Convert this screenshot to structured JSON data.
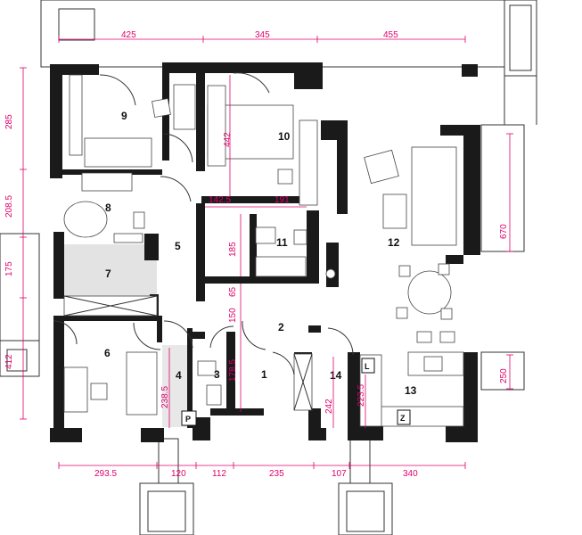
{
  "rooms": [
    "1",
    "2",
    "3",
    "4",
    "5",
    "6",
    "7",
    "8",
    "9",
    "10",
    "11",
    "12",
    "13",
    "14"
  ],
  "labels": {
    "pantry": "P",
    "closet": "L",
    "fridge": "Z"
  },
  "dims_top": [
    "425",
    "345",
    "455"
  ],
  "dims_bottom": [
    "293.5",
    "120",
    "112",
    "235",
    "107",
    "340"
  ],
  "dims_left": [
    "285",
    "208.5",
    "175",
    "412"
  ],
  "dims_right": [
    "670",
    "250"
  ],
  "dims_inner": [
    "442",
    "142.5",
    "191",
    "185",
    "65",
    "150",
    "178.5",
    "238.5",
    "242",
    "223.5"
  ],
  "colors": {
    "dimension": "#e0006b",
    "wall": "#1a1a1a",
    "hatch_room": "#e3e3e3"
  }
}
